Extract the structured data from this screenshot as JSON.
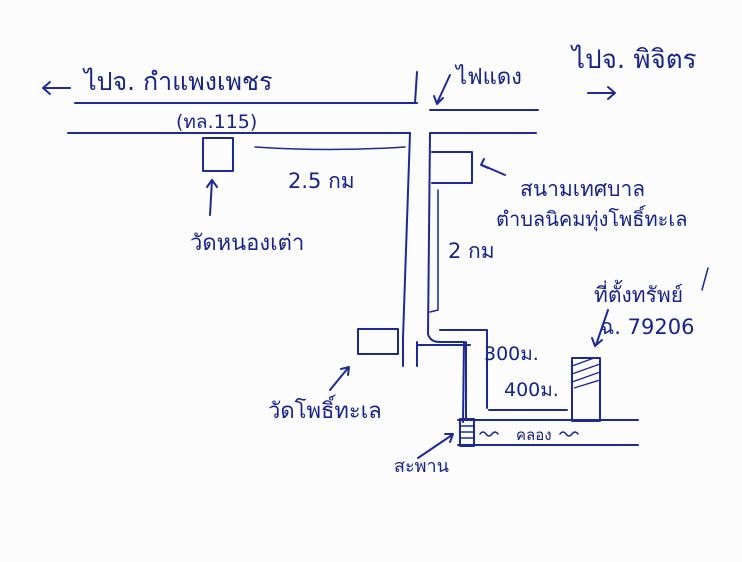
{
  "labels": {
    "to_kamphaeng_phet": "ไปจ. กำแพงเพชร",
    "to_phichit": "ไปจ. พิจิตร",
    "traffic_light": "ไฟแดง",
    "highway": "(ทล.115)",
    "wat_nong_tao": "วัดหนองเต่า",
    "dist_2_5km": "2.5 กม",
    "stadium_line1": "สนามเทศบาล",
    "stadium_line2": "ตำบลนิคมทุ่งโพธิ์ทะเล",
    "dist_2km": "2 กม",
    "property_line1": "ที่ตั้งทรัพย์",
    "property_line2": "ฉ. 79206",
    "dist_300m": "300ม.",
    "dist_400m": "400ม.",
    "wat_pho_thale": "วัดโพธิ์ทะเล",
    "canal": "คลอง",
    "bridge": "สะพาน"
  },
  "colors": {
    "ink": "#1b2a96",
    "paper": "#fcfcfd"
  }
}
